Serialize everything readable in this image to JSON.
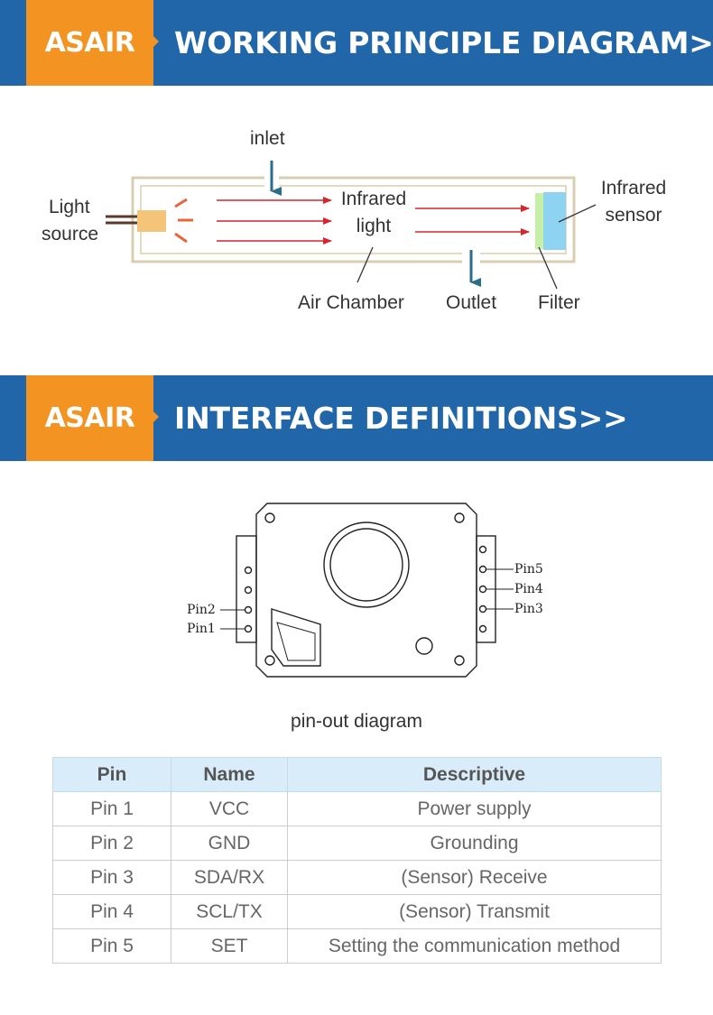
{
  "banner_working": {
    "brand": "ASAIR",
    "title": "WORKING PRINCIPLE DIAGRAM>>"
  },
  "working_diagram": {
    "labels": {
      "inlet": "inlet",
      "light_source_1": "Light",
      "light_source_2": "source",
      "infrared_light_1": "Infrared",
      "infrared_light_2": "light",
      "infrared_sensor_1": "Infrared",
      "infrared_sensor_2": "sensor",
      "air_chamber": "Air Chamber",
      "outlet": "Outlet",
      "filter": "Filter"
    },
    "colors": {
      "chamber_wall": "#d9cfb0",
      "arrow_red": "#d7262b",
      "flow_arrow": "#2a6e8c",
      "light_source": "#f4c578",
      "ray_orange": "#e8663b",
      "filter_green": "#c4f0a8",
      "sensor_blue": "#8fd3f2"
    }
  },
  "banner_interface": {
    "brand": "ASAIR",
    "title": "INTERFACE DEFINITIONS>>"
  },
  "pinout": {
    "caption": "pin-out diagram",
    "labels": {
      "pin1": "Pin1",
      "pin2": "Pin2",
      "pin3": "Pin3",
      "pin4": "Pin4",
      "pin5": "Pin5"
    }
  },
  "pin_table": {
    "headers": [
      "Pin",
      "Name",
      "Descriptive"
    ],
    "rows": [
      [
        "Pin 1",
        "VCC",
        "Power supply"
      ],
      [
        "Pin 2",
        "GND",
        "Grounding"
      ],
      [
        "Pin 3",
        "SDA/RX",
        "(Sensor) Receive"
      ],
      [
        "Pin 4",
        "SCL/TX",
        "(Sensor) Transmit"
      ],
      [
        "Pin 5",
        "SET",
        "Setting the communication method"
      ]
    ]
  },
  "colors": {
    "banner_blue": "#2066a8",
    "brand_orange": "#f39322",
    "table_header_bg": "#d9ecfa"
  }
}
